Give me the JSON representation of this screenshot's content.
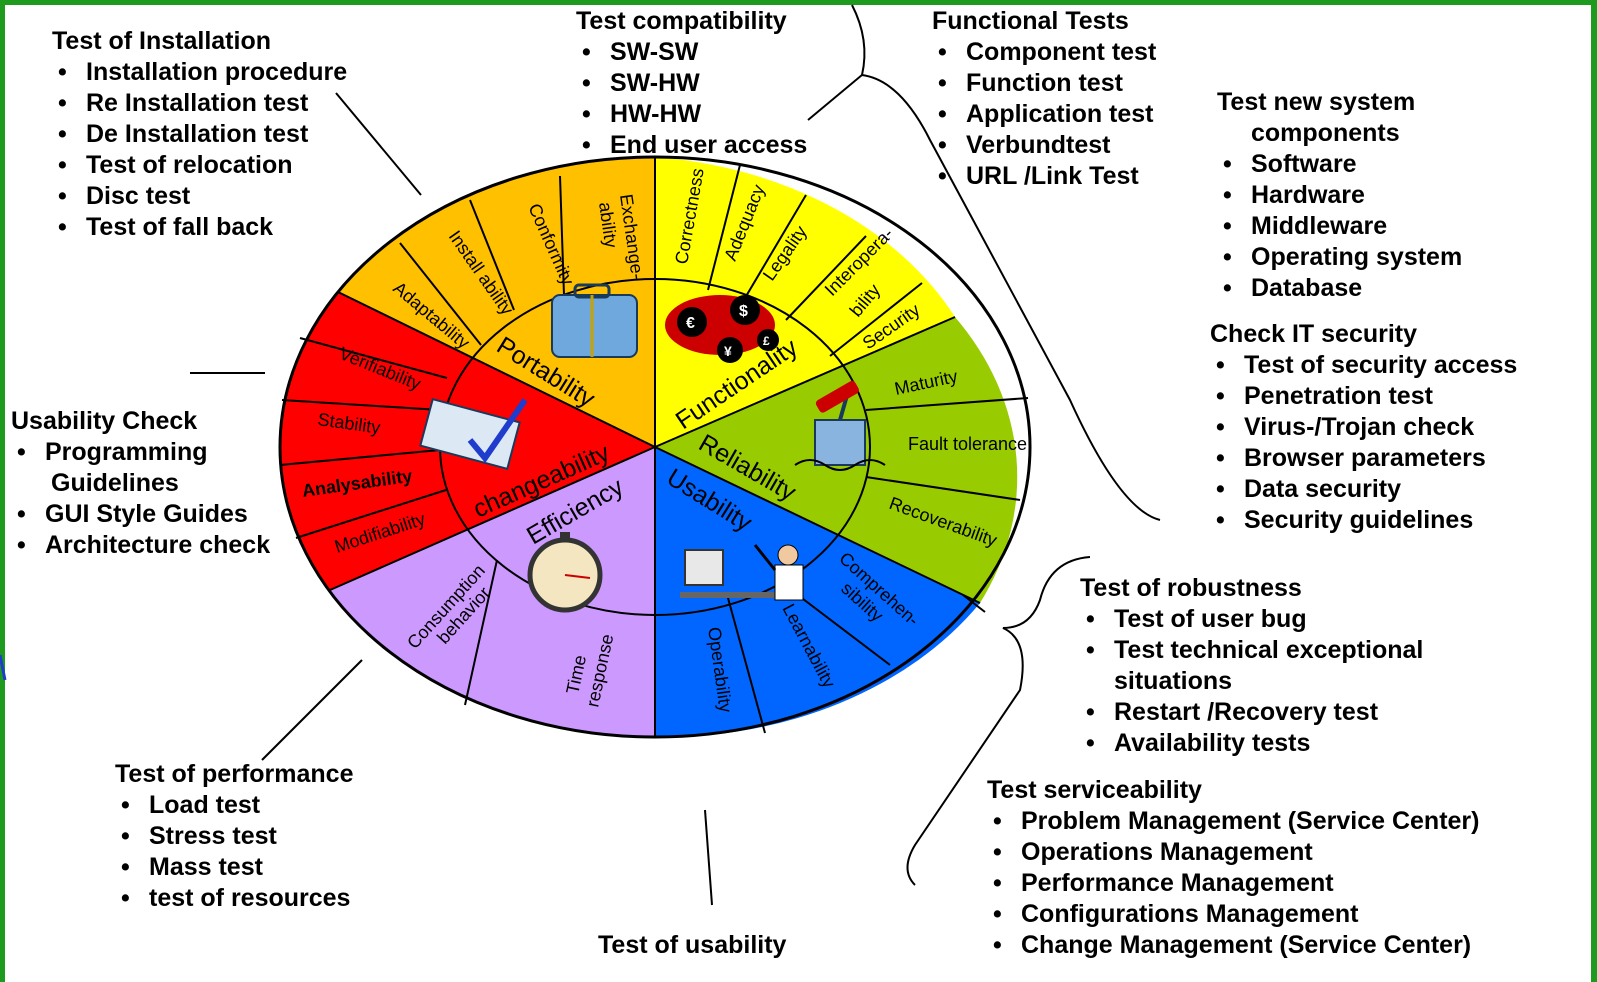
{
  "groups": {
    "installation": {
      "title": "Test of Installation",
      "items": [
        "Installation procedure",
        "Re Installation test",
        "De Installation test",
        "Test of relocation",
        "Disc test",
        "Test of fall back"
      ]
    },
    "compatibility": {
      "title": "Test compatibility",
      "items": [
        "SW-SW",
        "SW-HW",
        "HW-HW",
        "End user access"
      ]
    },
    "functional": {
      "title": "Functional Tests",
      "items": [
        "Component test",
        "Function test",
        "Application test",
        "Verbundtest",
        "URL /Link Test"
      ]
    },
    "new_components": {
      "title_line1": "Test new system",
      "title_line2": "components",
      "items": [
        "Software",
        "Hardware",
        "Middleware",
        "Operating system",
        "Database"
      ]
    },
    "it_security": {
      "title": "Check IT security",
      "items": [
        "Test of security access",
        "Penetration test",
        "Virus-/Trojan check",
        "Browser parameters",
        "Data security",
        "Security guidelines"
      ]
    },
    "usability_check": {
      "title": "Usability Check",
      "item1_line1": "Programming",
      "item1_line2": "Guidelines",
      "items": [
        "GUI Style Guides",
        "Architecture check"
      ]
    },
    "robustness": {
      "title": "Test of robustness",
      "item1": "Test of user bug",
      "item2_line1": "Test technical exceptional",
      "item2_line2": "situations",
      "items": [
        "Restart /Recovery test",
        "Availability tests"
      ]
    },
    "performance": {
      "title": "Test of performance",
      "items": [
        "Load test",
        "Stress test",
        "Mass test",
        "test of resources"
      ]
    },
    "serviceability": {
      "title": "Test serviceability",
      "items": [
        "Problem Management (Service Center)",
        "Operations Management",
        "Performance Management",
        "Configurations Management",
        "Change Management (Service Center)"
      ]
    },
    "usability_test": {
      "title": "Test of usability"
    }
  },
  "wheel": {
    "categories": {
      "portability": "Portability",
      "functionality": "Functionality",
      "reliability": "Reliability",
      "usability": "Usability",
      "efficiency": "Efficiency",
      "changeability": "changeability"
    },
    "segments": {
      "exchangeability_1": "Exchange-",
      "exchangeability_2": "ability",
      "conformity": "Conformity",
      "install_ability": "Install ability",
      "adaptability": "Adaptability",
      "correctness": "Correctness",
      "adequacy": "Adequacy",
      "legality": "Legality",
      "interoperability_1": "Interopera-",
      "interoperability_2": "bility",
      "security": "Security",
      "maturity": "Maturity",
      "fault_tolerance": "Fault tolerance",
      "recoverability": "Recoverability",
      "comprehensibility_1": "Comprehen-",
      "comprehensibility_2": "sibility",
      "learnability": "Learnability",
      "operability": "Operability",
      "time_response_1": "Time",
      "time_response_2": "response",
      "consumption_1": "Consumption",
      "consumption_2": "behavior",
      "modifiability": "Modifiability",
      "analysability": "Analysability",
      "stability": "Stability",
      "verifiability": "Verifiability"
    },
    "colors": {
      "portability": "#ffc000",
      "functionality": "#ffff00",
      "reliability": "#99cc00",
      "usability": "#0066ff",
      "efficiency": "#cc99ff",
      "changeability": "#ff0000",
      "frame": "#1e9a1e"
    }
  }
}
